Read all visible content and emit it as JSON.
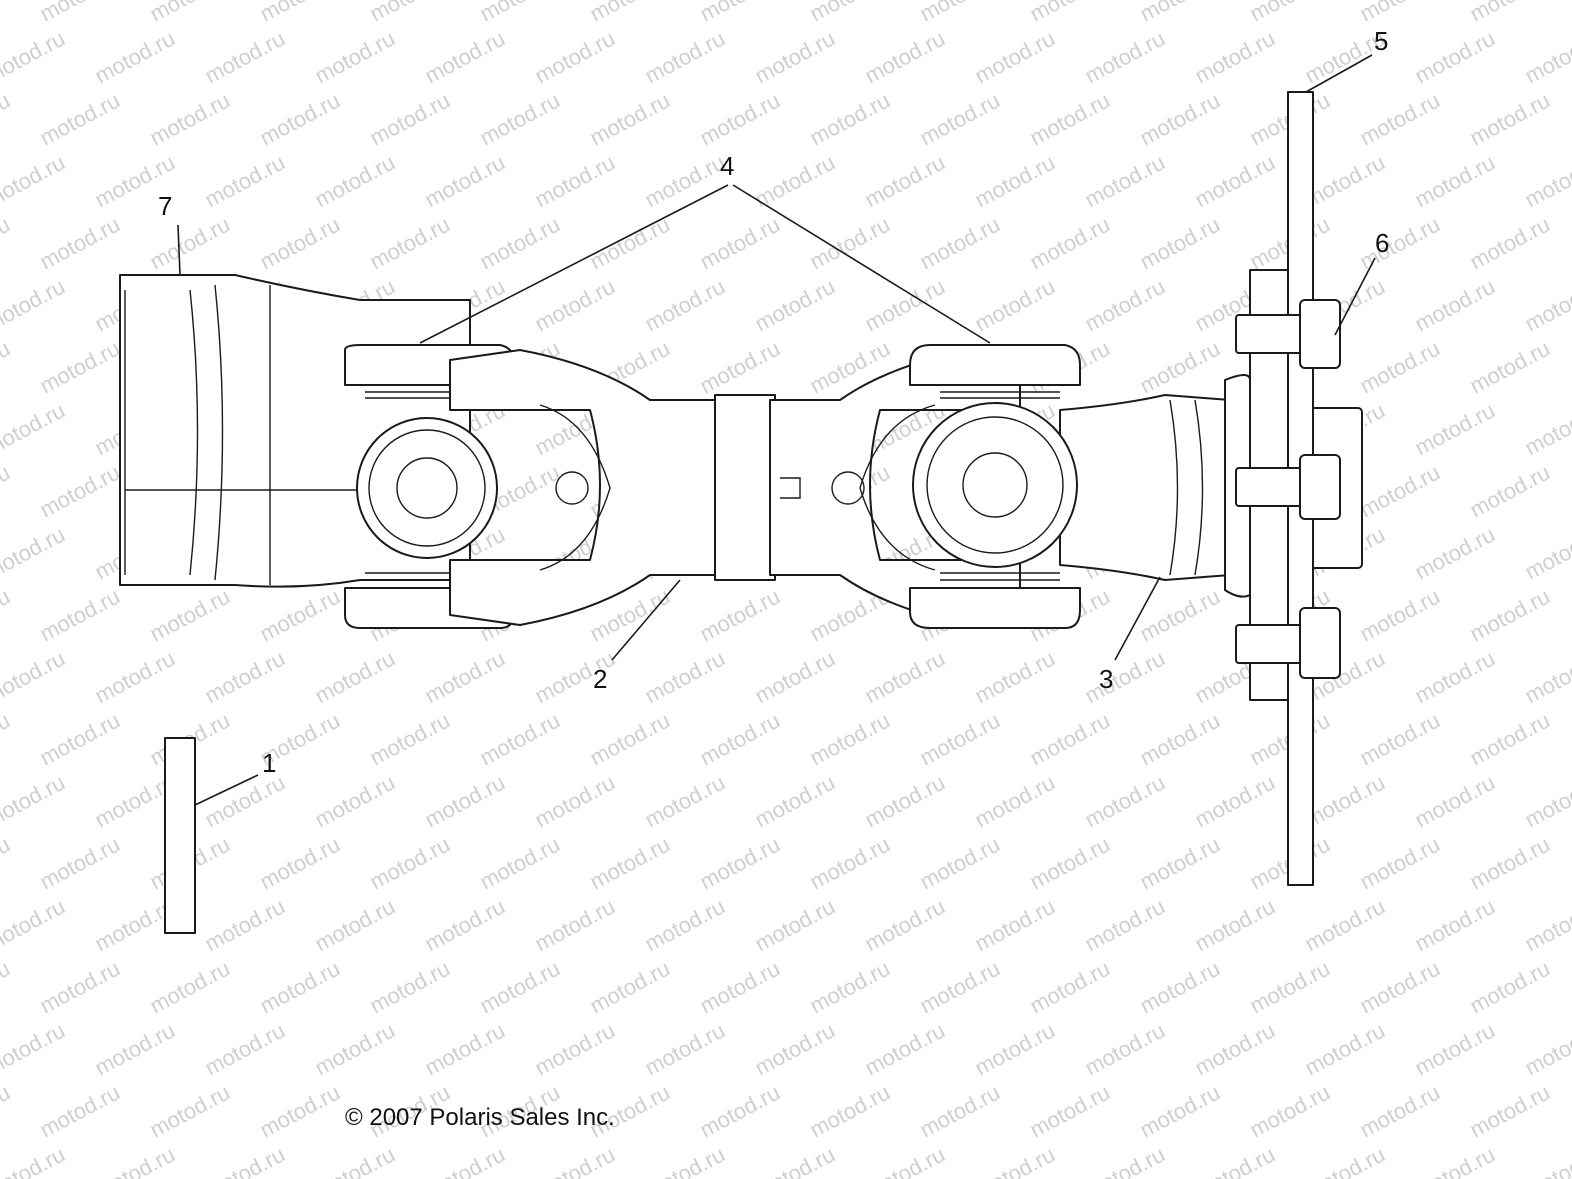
{
  "watermark": "motod.ru",
  "callouts": {
    "c1": "1",
    "c2": "2",
    "c3": "3",
    "c4": "4",
    "c5": "5",
    "c6": "6",
    "c7": "7"
  },
  "copyright": "© 2007 Polaris Sales Inc."
}
